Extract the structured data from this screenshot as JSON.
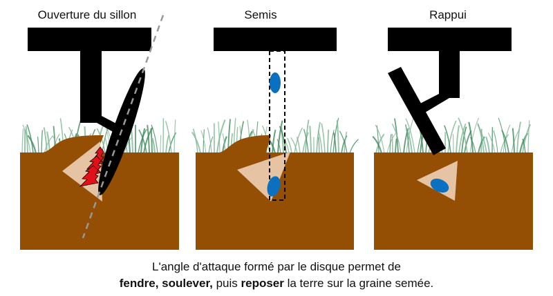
{
  "panels": [
    {
      "title": "Ouverture du sillon"
    },
    {
      "title": "Semis"
    },
    {
      "title": "Rappui"
    }
  ],
  "caption": {
    "line1": "L'angle d'attaque formé par le disque permet de",
    "line2_bold1": "fendre, soulever,",
    "line2_mid": " puis ",
    "line2_bold2": "reposer",
    "line2_end": " la terre sur la graine semée."
  },
  "colors": {
    "soil": "#944f05",
    "furrow": "#e6c3a3",
    "seed": "#0b70c0",
    "arrow": "#e3101a",
    "grass": "#3e8a5c",
    "tool": "#000000"
  }
}
